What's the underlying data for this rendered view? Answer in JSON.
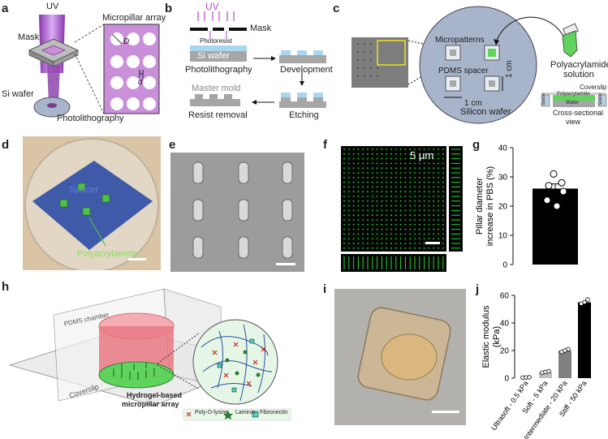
{
  "panels": {
    "a": {
      "label": "a",
      "uv": "UV",
      "mask": "Mask",
      "micropillar_array": "Micropillar array",
      "si_wafer": "Si wafer",
      "photolithography": "Photolithography",
      "D": "D",
      "d": "d"
    },
    "b": {
      "label": "b",
      "uv": "UV",
      "mask": "Mask",
      "photoresist": "Photoresist",
      "si_wafer": "Si wafer",
      "photolithography": "Photolithography",
      "development": "Development",
      "master_mold": "Master mold",
      "resist_removal": "Resist removal",
      "etching": "Etching"
    },
    "c": {
      "label": "c",
      "micropatterns": "Micropatterns",
      "pdms_spacer": "PDMS spacer",
      "one_cm_h": "1 cm",
      "one_cm_v": "1 cm",
      "silicon_wafer": "Silicon wafer",
      "polyacrylamide_solution_1": "Polyacrylamide",
      "polyacrylamide_solution_2": "solution",
      "coverslip": "Coverslip",
      "polyacrylamide": "Polyacrylamide",
      "wafer": "Wafer",
      "spacer": "Spacer",
      "cross_sectional_1": "Cross-sectional",
      "cross_sectional_2": "view"
    },
    "d": {
      "label": "d",
      "spacer": "Spacer",
      "polyacrylamide": "Polyacrylamide"
    },
    "e": {
      "label": "e"
    },
    "f": {
      "label": "f",
      "scale_text": "5 μm"
    },
    "g": {
      "label": "g"
    },
    "h": {
      "label": "h",
      "pdms_chamber": "PDMS chamber",
      "coverslip": "Coverslip",
      "hydrogel_1": "Hydrogel-based",
      "hydrogel_2": "micropillar array",
      "legend_polylysine": "Poly-D-lysine",
      "legend_laminin": "Laminin",
      "legend_fibronectin": "Fibronectin"
    },
    "i": {
      "label": "i"
    },
    "j": {
      "label": "j"
    }
  },
  "colors": {
    "mask_purple": "#c98fd9",
    "resist_blue": "#a8d8ef",
    "wafer_grey": "#a6a6a6",
    "spacer_blue": "#3e5aa8",
    "gel_green": "#5fd35b",
    "chamber_red": "#e97983"
  },
  "chart_data": [
    {
      "type": "bar",
      "panel": "g",
      "categories": [
        ""
      ],
      "values": [
        26
      ],
      "points": [
        31,
        28,
        27,
        25,
        22,
        20
      ],
      "ylabel": "Pillar diameter increase in PBS (%)",
      "ylim": [
        0,
        40
      ],
      "yticks": [
        "0",
        "10",
        "20",
        "30",
        "40"
      ]
    },
    {
      "type": "bar",
      "panel": "j",
      "categories": [
        "Ultrasoft - 0.5 kPa",
        "Soft - 5 kPa",
        "Intermediate - 20 kPa",
        "Stiff - 50 kPa"
      ],
      "values": [
        0.5,
        4.5,
        20,
        55
      ],
      "bar_colors": [
        "#d9d9d9",
        "#bfbfbf",
        "#808080",
        "#000000"
      ],
      "points": [
        [
          0.4,
          0.5,
          0.6
        ],
        [
          4,
          4.5,
          5
        ],
        [
          19,
          20,
          21
        ],
        [
          54,
          55,
          57
        ]
      ],
      "ylabel": "Elastic modulus (kPa)",
      "ylim": [
        0,
        60
      ],
      "yticks": [
        "0",
        "20",
        "40",
        "60"
      ]
    }
  ]
}
